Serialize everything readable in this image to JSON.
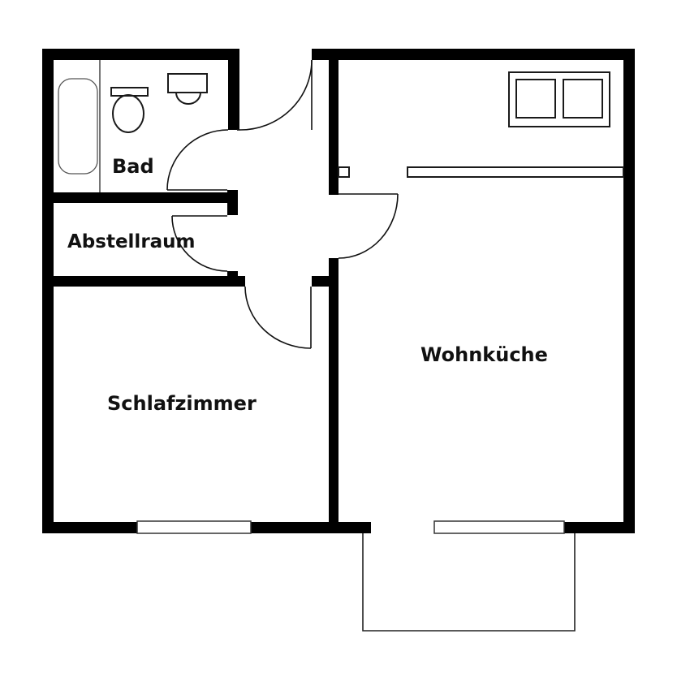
{
  "plan": {
    "wall_color": "#000000",
    "line_color": "#1a1a1a",
    "background": "#ffffff"
  },
  "rooms": {
    "bad": {
      "label": "Bad"
    },
    "abstellraum": {
      "label": "Abstellraum"
    },
    "schlafzimmer": {
      "label": "Schlafzimmer"
    },
    "wohnkueche": {
      "label": "Wohnküche"
    }
  },
  "fixtures": [
    {
      "name": "bathtub",
      "room": "Bad"
    },
    {
      "name": "toilet",
      "room": "Bad"
    },
    {
      "name": "washbasin",
      "room": "Bad"
    },
    {
      "name": "stove",
      "room": "Wohnküche"
    },
    {
      "name": "kitchen-counter",
      "room": "Wohnküche"
    }
  ],
  "doors": [
    {
      "name": "entrance-door"
    },
    {
      "name": "bad-door"
    },
    {
      "name": "abstellraum-door"
    },
    {
      "name": "schlafzimmer-door"
    },
    {
      "name": "wohnkueche-door"
    },
    {
      "name": "balcony-door"
    }
  ],
  "windows": [
    {
      "name": "schlafzimmer-window"
    },
    {
      "name": "wohnkueche-window"
    }
  ],
  "balcony": {
    "name": "balcony"
  }
}
